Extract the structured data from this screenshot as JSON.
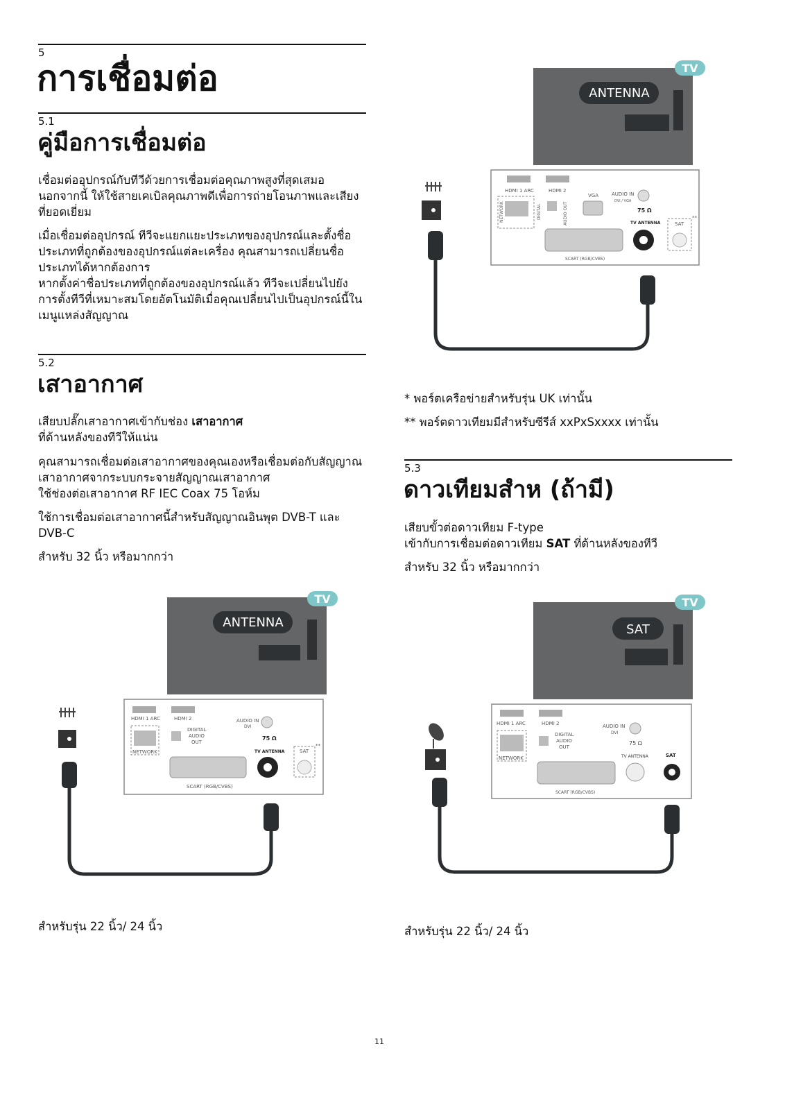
{
  "chapter": {
    "number": "5",
    "title": "การเชื่อมต่อ"
  },
  "s51": {
    "number": "5.1",
    "title": "คู่มือการเชื่อมต่อ",
    "p1": "เชื่อมต่ออุปกรณ์กับทีวีด้วยการเชื่อมต่อคุณภาพสูงที่สุดเสมอ นอกจากนี้ ให้ใช้สายเคเบิลคุณภาพดีเพื่อการถ่ายโอนภาพและเสียงที่ยอดเยี่ยม",
    "p2a": "เมื่อเชื่อมต่ออุปกรณ์ ทีวีจะแยกแยะประเภทของอุปกรณ์และตั้งชื่อประเภทที่ถูกต้องของอุปกรณ์แต่ละเครื่อง คุณสามารถเปลี่ยนชื่อประเภทได้หากต้องการ",
    "p2b": "หากตั้งค่าชื่อประเภทที่ถูกต้องของอุปกรณ์แล้ว ทีวีจะเปลี่ยนไปยังการตั้งทีวีที่เหมาะสมโดยอัตโนมัติเมื่อคุณเปลี่ยนไปเป็นอุปกรณ์นี้ในเมนูแหล่งสัญญาณ"
  },
  "s52": {
    "number": "5.2",
    "title": "เสาอากาศ",
    "p1_pre": "เสียบปลั๊กเสาอากาศเข้ากับช่อง ",
    "p1_bold": "เสาอากาศ",
    "p1_post": " ที่ด้านหลังของทีวีให้แน่น",
    "p2a": "คุณสามารถเชื่อมต่อเสาอากาศของคุณเองหรือเชื่อมต่อกับสัญญาณเสาอากาศจากระบบกระจายสัญญาณเสาอากาศ",
    "p2b": "ใช้ช่องต่อเสาอากาศ RF IEC Coax 75 โอห์ม",
    "p3": "ใช้การเชื่อมต่อเสาอากาศนี้สำหรับสัญญาณอินพุต DVB-T และ DVB-C",
    "p4": "สำหรับ 32 นิ้ว หรือมากกว่า",
    "caption": "สำหรับรุ่น 22 นิ้ว/ 24 นิ้ว"
  },
  "notes": {
    "n1": "* พอร์ตเครือข่ายสำหรับรุ่น UK เท่านั้น",
    "n2": "** พอร์ตดาวเทียมมีสำหรับซีรีส์ xxPxSxxxx เท่านั้น"
  },
  "s53": {
    "number": "5.3",
    "title": "ดาวเทียมสำห (ถ้ามี)",
    "p1a": "เสียบขั้วต่อดาวเทียม F-type",
    "p1b_pre": "เข้ากับการเชื่อมต่อดาวเทียม ",
    "p1b_bold": "SAT",
    "p1b_post": " ที่ด้านหลังของทีวี",
    "p2": "สำหรับ 32 นิ้ว หรือมากกว่า",
    "caption": "สำหรับรุ่น 22 นิ้ว/ 24 นิ้ว"
  },
  "diagrams": {
    "tv_badge": "TV",
    "antenna_label": "ANTENNA",
    "sat_label": "SAT",
    "hdmi1": "HDMI 1 ARC",
    "hdmi2": "HDMI 2",
    "network": "NETWORK",
    "digital": "DIGITAL",
    "digital_audio_out": [
      "DIGITAL",
      "AUDIO",
      "OUT"
    ],
    "audio_out": "AUDIO OUT",
    "vga": "VGA",
    "audio_in": "AUDIO IN",
    "dvi_vga": "DVI / VGA",
    "dvi": "DVI",
    "ohm": "75 Ω",
    "tv_antenna": "TV ANTENNA",
    "sat_port": "SAT",
    "scart": "SCART (RGB/CVBS)",
    "stars": "**"
  },
  "page_number": "11",
  "colors": {
    "tv_badge": "#7fc6c9",
    "tv_panel": "#646567",
    "dark_panel": "#2f3234",
    "cable": "#2b2e30"
  }
}
